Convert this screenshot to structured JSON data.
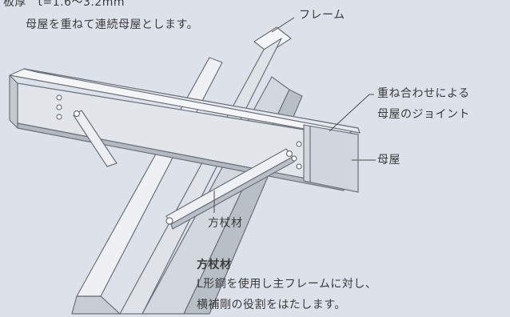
{
  "top_note": {
    "line1": "板厚　t=1.6〜3.2mm",
    "line2": "母屋を重ねて連続母屋とします。"
  },
  "labels": {
    "frame": "フレーム",
    "joint_line1": "重ね合わせによる",
    "joint_line2": "母屋のジョイント",
    "purlin": "母屋",
    "brace": "方杖材"
  },
  "note": {
    "title": "方杖材",
    "line1": "L形鋼を使用し主フレームに対し、",
    "line2": "横補剛の役割をはたします。"
  },
  "colors": {
    "background": "#dde2ea",
    "steel_light": "#f4f5f7",
    "steel_mid": "#d9dde3",
    "steel_dark": "#aab1ba",
    "outline": "#6b717a",
    "leader": "#4a4a4a"
  }
}
